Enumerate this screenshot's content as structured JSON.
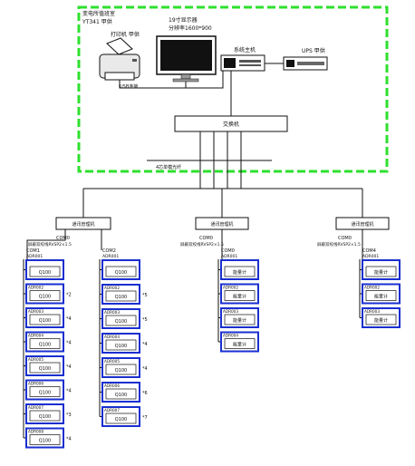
{
  "room": {
    "title": "变电所值班室",
    "subtitle": "YT341 甲供",
    "printer_label": "打印机 甲供",
    "monitor_label1": "19寸显示器",
    "monitor_label2": "分辨率1600*900",
    "host_label": "系统主机",
    "ups_label": "UPS 甲供",
    "usb_label": "USB连接",
    "switch_label": "交换机",
    "fiber_label": "4芯单模光纤"
  },
  "managers": [
    {
      "label": "通讯管理机",
      "com_label": "COM0",
      "bus_label": "屏蔽双绞线RVSP2×1.5"
    },
    {
      "label": "通讯管理机",
      "com_label": "COM0",
      "bus_label": "屏蔽双绞线RVSP2×1.5"
    },
    {
      "label": "通讯管理机",
      "com_label": "COM0",
      "bus_label": "屏蔽双绞线RVSP2×1.5"
    }
  ],
  "branches": [
    {
      "com": "COM1",
      "addr": "ADR001",
      "devices": [
        {
          "addr": "ADR001",
          "name": "Q100",
          "note": ""
        },
        {
          "addr": "ADR002",
          "name": "Q100",
          "note": "*2"
        },
        {
          "addr": "ADR003",
          "name": "Q100",
          "note": "*4"
        },
        {
          "addr": "ADR004",
          "name": "Q100",
          "note": "*4"
        },
        {
          "addr": "ADR005",
          "name": "Q100",
          "note": "*4"
        },
        {
          "addr": "ADR006",
          "name": "Q100",
          "note": "*4"
        },
        {
          "addr": "ADR007",
          "name": "Q100",
          "note": "*3"
        },
        {
          "addr": "ADR008",
          "name": "Q100",
          "note": "*4"
        }
      ]
    },
    {
      "com": "COM2",
      "addr": "ADR001",
      "devices": [
        {
          "addr": "ADR001",
          "name": "Q100",
          "note": ""
        },
        {
          "addr": "ADR002",
          "name": "Q100",
          "note": "*5"
        },
        {
          "addr": "ADR003",
          "name": "Q100",
          "note": "*5"
        },
        {
          "addr": "ADR004",
          "name": "Q100",
          "note": "*4"
        },
        {
          "addr": "ADR005",
          "name": "Q100",
          "note": "*4"
        },
        {
          "addr": "ADR006",
          "name": "Q100",
          "note": "*6"
        },
        {
          "addr": "ADR007",
          "name": "Q100",
          "note": "*7"
        }
      ]
    },
    {
      "com": "COM0",
      "addr": "ADR001",
      "devices": [
        {
          "addr": "ADR001",
          "name": "能量计",
          "note": ""
        },
        {
          "addr": "ADR002",
          "name": "能量计",
          "note": ""
        },
        {
          "addr": "ADR003",
          "name": "能量计",
          "note": ""
        },
        {
          "addr": "ADR004",
          "name": "能量计",
          "note": ""
        }
      ]
    },
    {
      "com": "COM4",
      "addr": "ADR001",
      "devices": [
        {
          "addr": "ADR001",
          "name": "能量计",
          "note": ""
        },
        {
          "addr": "ADR002",
          "name": "能量计",
          "note": ""
        },
        {
          "addr": "ADR003",
          "name": "能量计",
          "note": ""
        }
      ]
    }
  ],
  "colors": {
    "room_border": "#2ee02e",
    "meter_border": "#1a2fd0",
    "line": "#111111"
  }
}
